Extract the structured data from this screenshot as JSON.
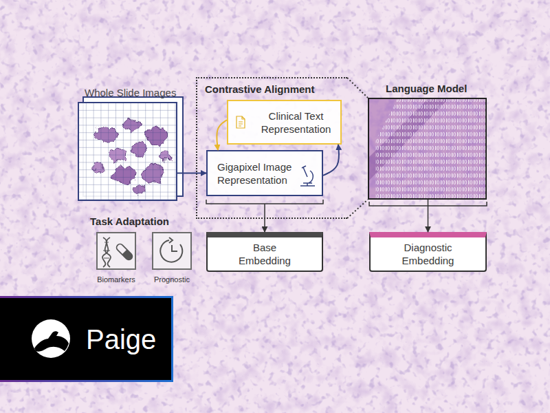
{
  "diagram": {
    "nodes": [
      {
        "text": [
          "Whole Slide Images"
        ]
      },
      {
        "text": [
          "Contrastive Alignment"
        ]
      },
      {
        "text": [
          "Clinical Text Representation"
        ],
        "in": 1
      },
      {
        "text": [
          "Gigapixel Image Representation"
        ],
        "in": 1
      },
      {
        "text": [
          "Language Model"
        ]
      },
      {
        "text": [
          "Base Embedding"
        ]
      },
      {
        "text": [
          "Diagnostic Embedding"
        ]
      },
      {
        "text": [
          "Biomarkers"
        ]
      },
      {
        "text": [
          "Prognostic"
        ]
      },
      {
        "text": [
          "Paige"
        ]
      }
    ],
    "edges": [
      {
        "from": 0,
        "to": 3,
        "arrow": "to"
      },
      {
        "from": 3,
        "to": 2,
        "arrow": "to"
      },
      {
        "from": 2,
        "to": 3,
        "arrow": "to"
      },
      {
        "from": 1,
        "to": 5,
        "arrow": "to"
      },
      {
        "from": 4,
        "to": 6,
        "arrow": "to"
      }
    ],
    "labels": [
      "Task Adaptation"
    ]
  }
}
